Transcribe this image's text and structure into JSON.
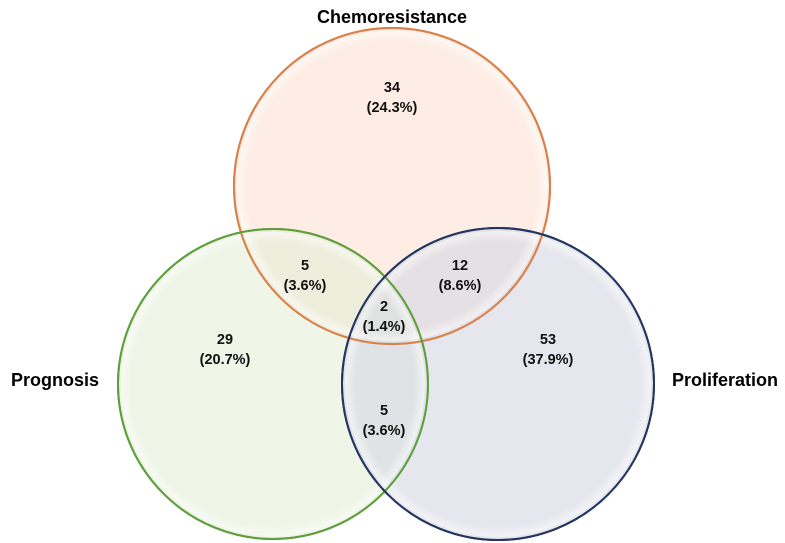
{
  "sets": {
    "chemoresistance": {
      "label": "Chemoresistance",
      "stroke": "#d9804a",
      "fill": "#fbe2d3"
    },
    "prognosis": {
      "label": "Prognosis",
      "stroke": "#5f9e3c",
      "fill": "#e5efd9"
    },
    "proliferation": {
      "label": "Proliferation",
      "stroke": "#24355f",
      "fill": "#d6d9e3"
    }
  },
  "regions": {
    "chemoresistance_only": {
      "count": "34",
      "percent": "(24.3%)"
    },
    "prognosis_only": {
      "count": "29",
      "percent": "(20.7%)"
    },
    "proliferation_only": {
      "count": "53",
      "percent": "(37.9%)"
    },
    "chemoresistance_prognosis": {
      "count": "5",
      "percent": "(3.6%)"
    },
    "chemoresistance_proliferation": {
      "count": "12",
      "percent": "(8.6%)"
    },
    "prognosis_proliferation": {
      "count": "5",
      "percent": "(3.6%)"
    },
    "all_three": {
      "count": "2",
      "percent": "(1.4%)"
    }
  }
}
